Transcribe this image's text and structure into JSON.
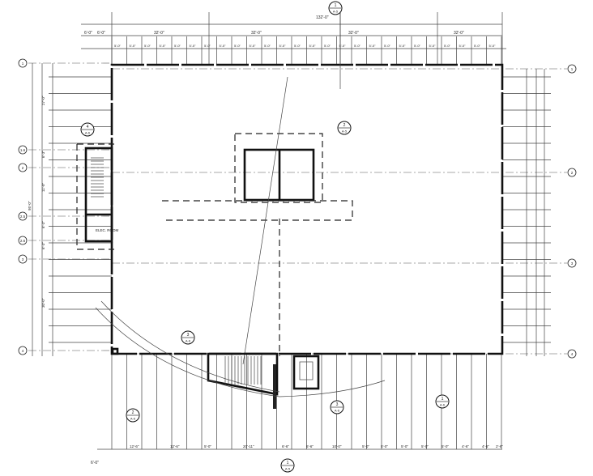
{
  "drawing": {
    "overall_dimension": "132'-0\"",
    "top_bay_dimensions": [
      "32'-0\"",
      "32'-0\"",
      "32'-0\"",
      "32'-0\""
    ],
    "top_left_dimensions": [
      "6'-0\"",
      "6'-0\""
    ],
    "top_module_dimension": "5'-0\"",
    "left_grid_labels": [
      "1",
      "1.6",
      "2",
      "2.5",
      "2.6",
      "3",
      "4"
    ],
    "right_grid_labels": [
      "1",
      "2",
      "3",
      "4"
    ],
    "left_dimensions": [
      "27'-0\"",
      "6'-3\"",
      "11'-0\"",
      "6'-3\"",
      "6'-3\"",
      "30'-0\"",
      "95'-0\""
    ],
    "bottom_dimensions": [
      "12'-6\"",
      "12'-6\"",
      "5'-0\"",
      "20'-11\"",
      "6'-6\"",
      "6'-6\"",
      "10'-0\"",
      "5'-0\"",
      "5'-0\"",
      "5'-0\"",
      "5'-0\"",
      "5'-0\"",
      "4'-6\"",
      "4'-6\"",
      "2'-6\""
    ],
    "bottom_left_dimension": "6'-0\"",
    "room_label": "ELEC. ROOM",
    "section_tags": [
      {
        "number": "1",
        "sheet": "A-5"
      },
      {
        "number": "2",
        "sheet": "A-5"
      },
      {
        "number": "3",
        "sheet": "A-6"
      },
      {
        "number": "3",
        "sheet": "A-6"
      },
      {
        "number": "2",
        "sheet": "A-6"
      },
      {
        "number": "1",
        "sheet": "A-6"
      },
      {
        "number": "1",
        "sheet": "A-5"
      },
      {
        "number": "4",
        "sheet": "A-6"
      }
    ]
  }
}
